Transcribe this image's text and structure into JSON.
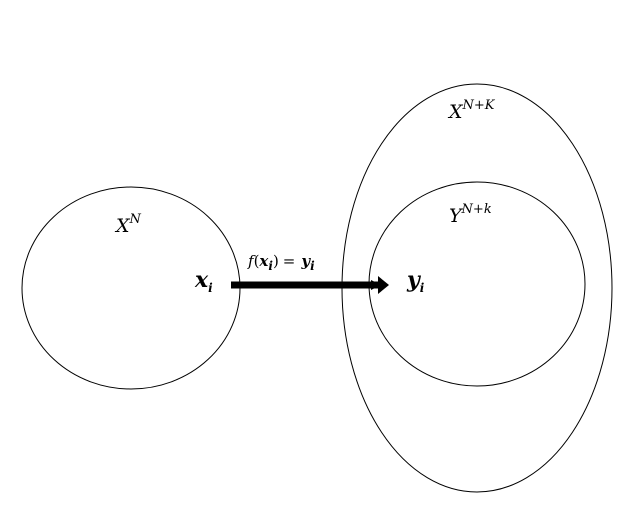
{
  "sets": {
    "domain": {
      "base": "X",
      "sup": "N"
    },
    "outer": {
      "base": "X",
      "sup": "N+K"
    },
    "inner": {
      "base": "Y",
      "sup": "N+k"
    }
  },
  "points": {
    "source": {
      "base": "x",
      "sub": "i"
    },
    "target": {
      "base": "y",
      "sub": "i"
    }
  },
  "mapping": {
    "func": "f",
    "open": "(",
    "arg_base": "x",
    "arg_sub": "i",
    "close": ")",
    "equals": "=",
    "res_base": "y",
    "res_sub": "i"
  }
}
